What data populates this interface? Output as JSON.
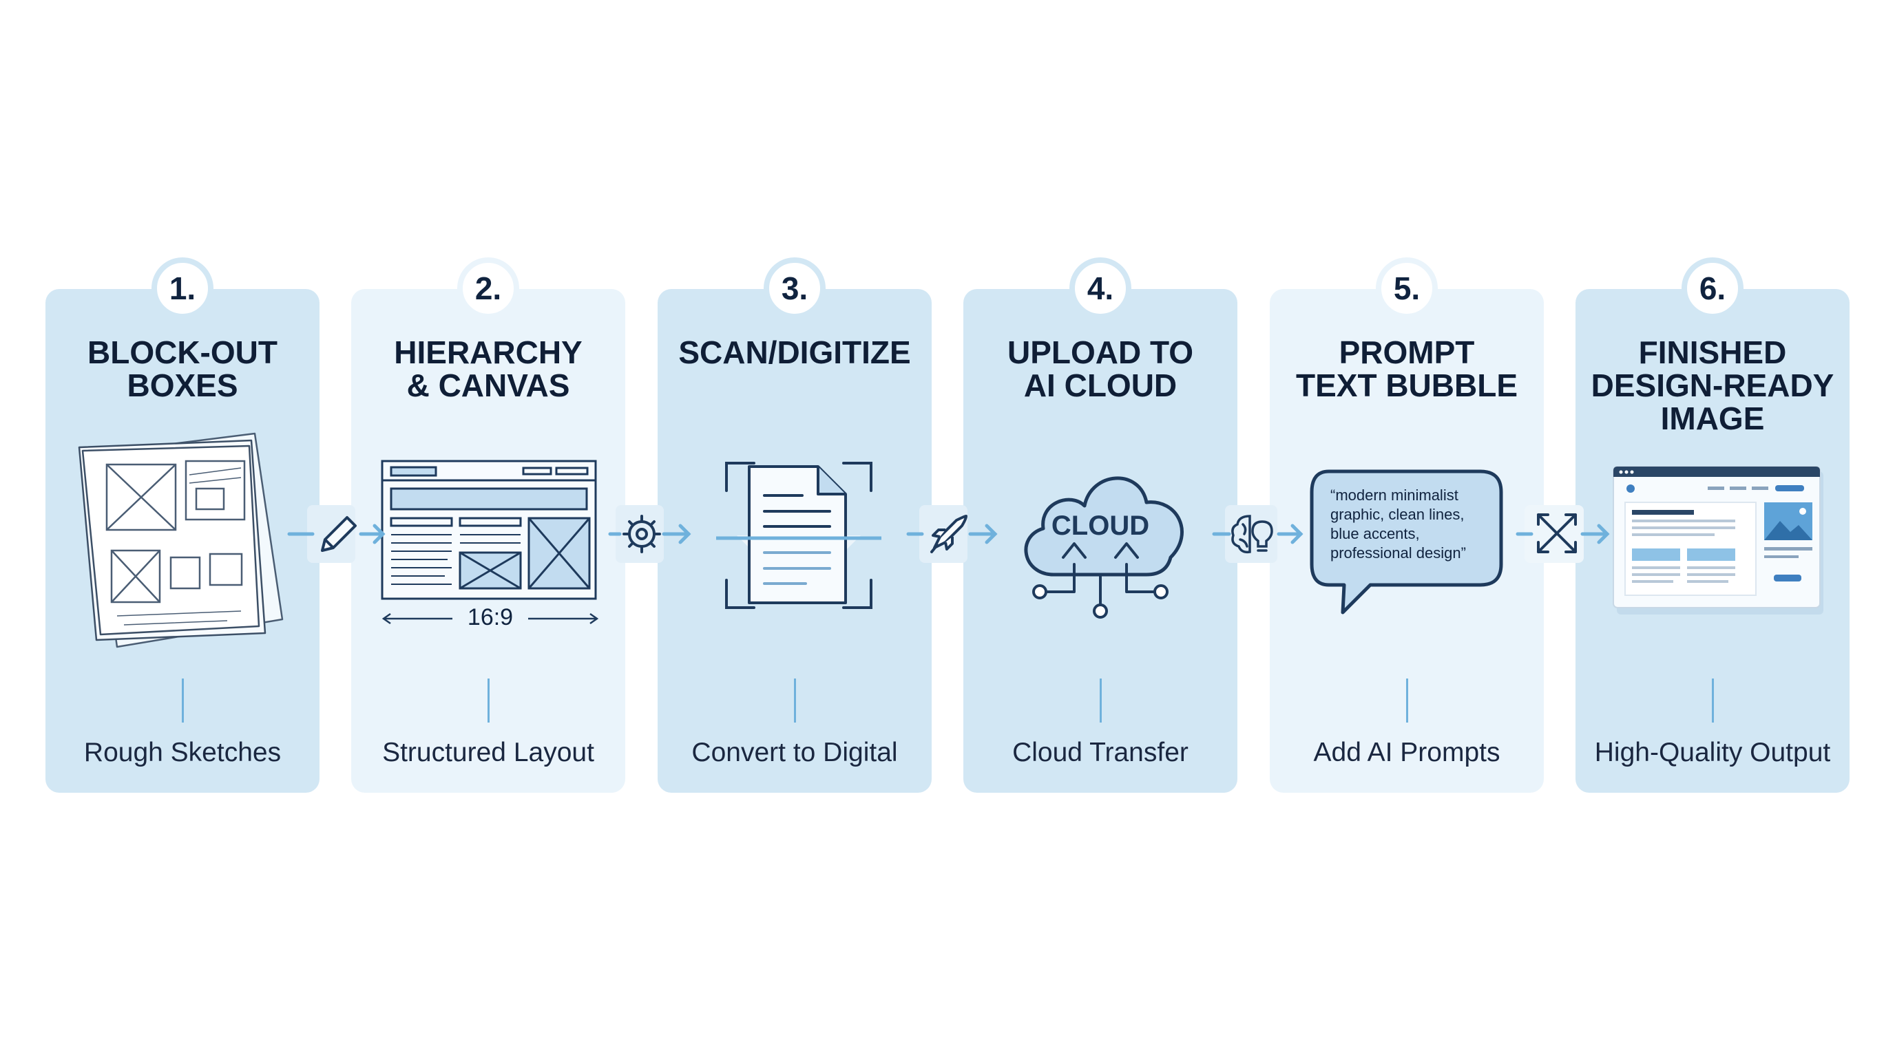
{
  "steps": [
    {
      "number": "1.",
      "title": "BLOCK-OUT\nBOXES",
      "caption": "Rough Sketches"
    },
    {
      "number": "2.",
      "title": "HIERARCHY\n& CANVAS",
      "caption": "Structured Layout",
      "ratio": "16:9"
    },
    {
      "number": "3.",
      "title": "SCAN/DIGITIZE",
      "caption": "Convert to Digital"
    },
    {
      "number": "4.",
      "title": "UPLOAD TO\nAI CLOUD",
      "caption": "Cloud Transfer",
      "cloud_label": "CLOUD"
    },
    {
      "number": "5.",
      "title": "PROMPT\nTEXT BUBBLE",
      "caption": "Add AI Prompts",
      "prompt": "“modern minimalist\ngraphic, clean lines,\nblue accents,\nprofessional design”"
    },
    {
      "number": "6.",
      "title": "FINISHED\nDESIGN-READY\nIMAGE",
      "caption": "High-Quality Output"
    }
  ],
  "connectors": [
    "pencil-icon",
    "gear-icon",
    "rocket-icon",
    "brain-bulb-icon",
    "expand-icon"
  ],
  "colors": {
    "card_dark": "#d2e7f4",
    "card_light": "#eaf4fb",
    "ink": "#1e3a5c",
    "accent": "#6fb1dc"
  }
}
